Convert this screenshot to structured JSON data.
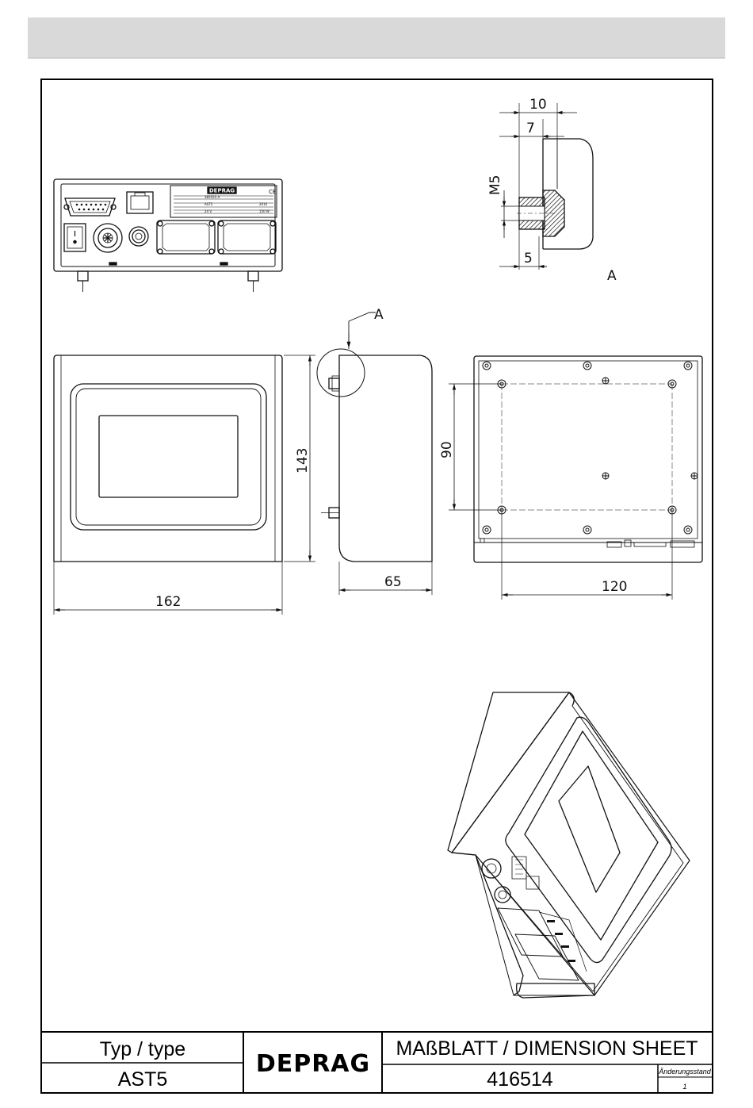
{
  "header": {
    "bar_color": "#d9d9d9"
  },
  "dimensions": {
    "front_width": "162",
    "front_height": "143",
    "side_depth": "65",
    "bottom_width": "120",
    "bottom_hole_spacing": "90",
    "detail_10": "10",
    "detail_7": "7",
    "detail_m5": "M5",
    "detail_5": "5"
  },
  "labels": {
    "detail_callout": "A",
    "detail_view": "A",
    "rear_logo": "DEPRAG",
    "rear_label_ce": "CE",
    "rear_label_value1": "385555 A",
    "rear_label_value2": "AST5",
    "rear_label_value3": "24 V",
    "rear_label_value4": "2010",
    "rear_label_value5": "150 W"
  },
  "title_block": {
    "type_label": "Typ / type",
    "type_value": "AST5",
    "logo": "DEPRAG",
    "sheet_title": "MAßBLATT / DIMENSION SHEET",
    "sheet_number": "416514",
    "revision_label": "Änderungsstand",
    "revision_value": "1"
  }
}
